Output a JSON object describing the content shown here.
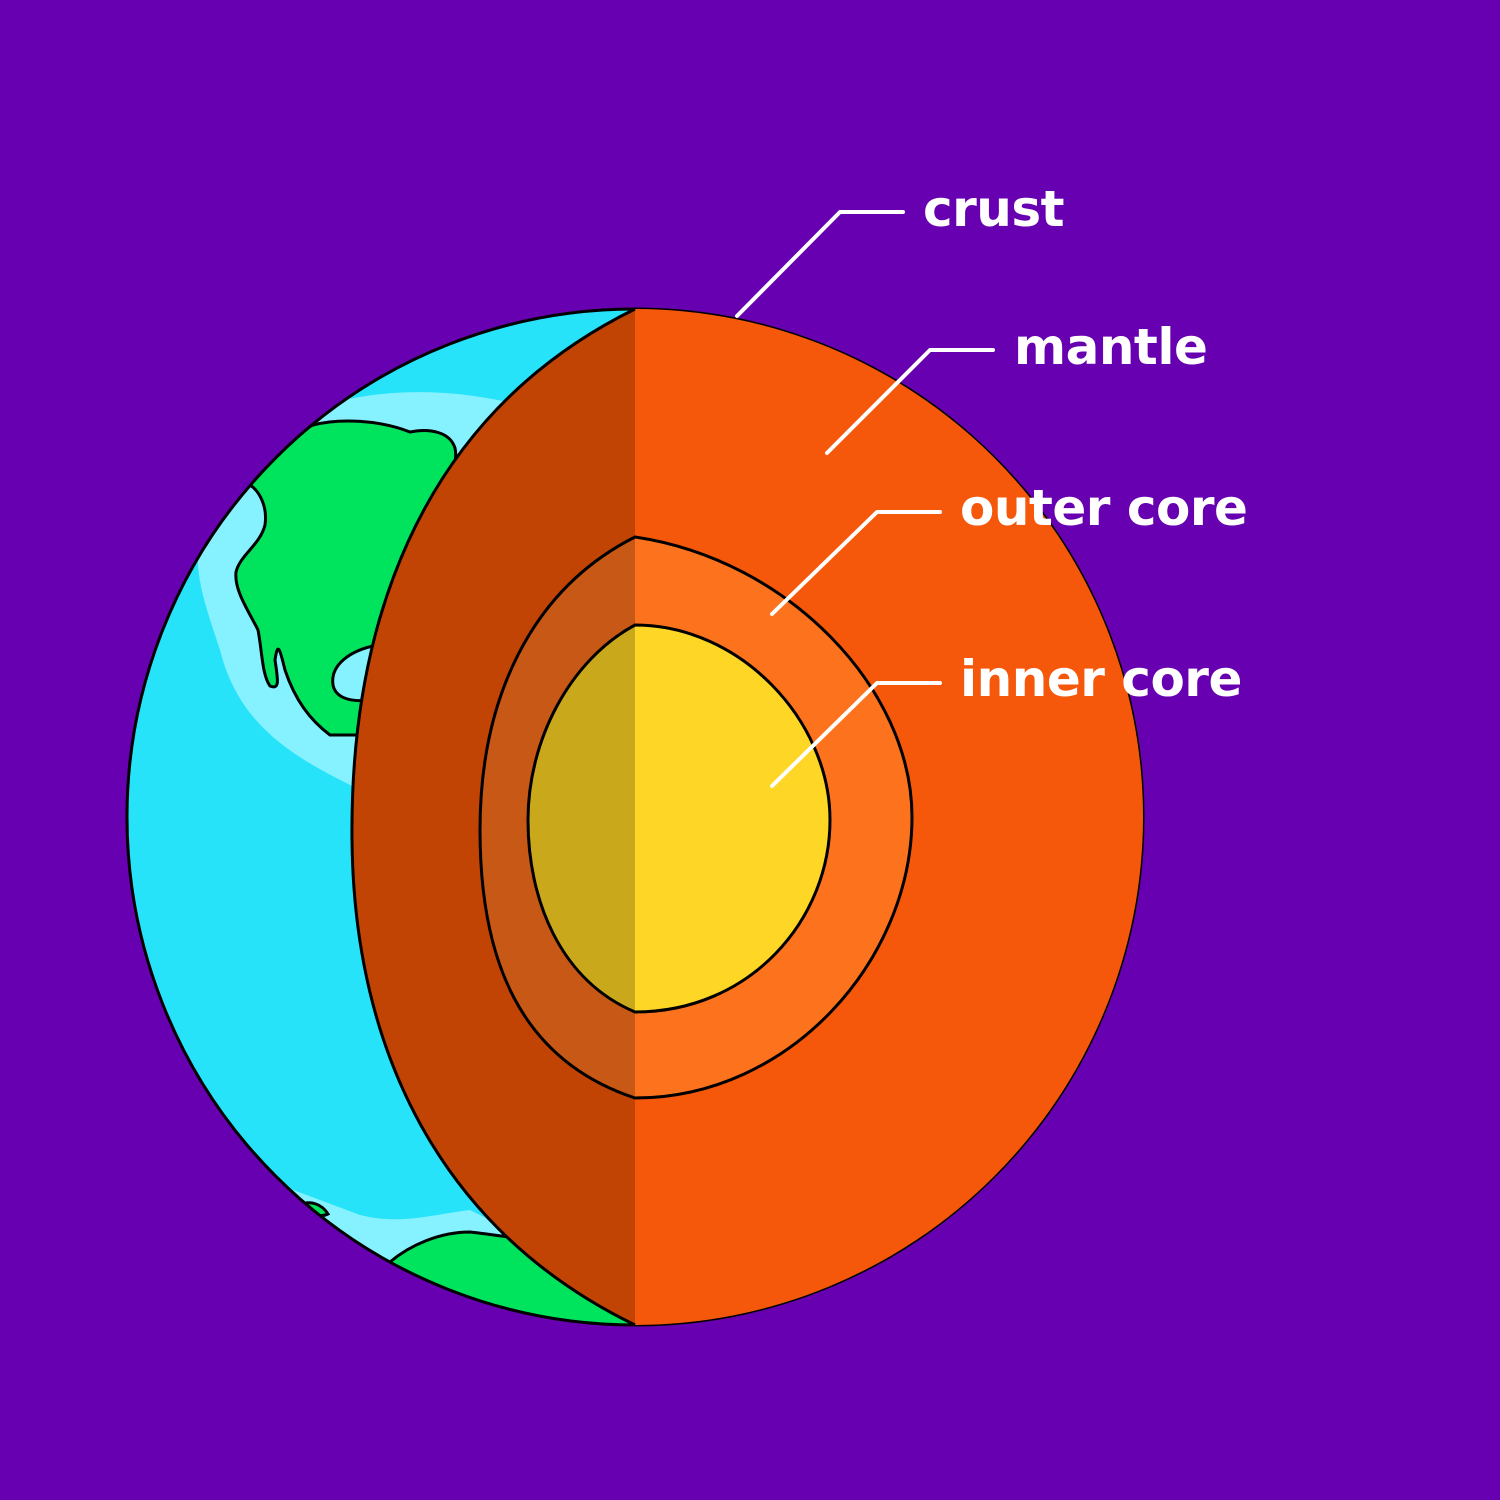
{
  "diagram": {
    "labels": {
      "crust": "crust",
      "mantle": "mantle",
      "outer_core": "outer core",
      "inner_core": "inner core"
    }
  },
  "colors": {
    "background": "#6600b0",
    "ocean": "#27e3fa",
    "shallow_water": "#87f2ff",
    "land": "#00e35d",
    "mantle_light": "#f5570b",
    "mantle_shaded": "#c24404",
    "outer_core_light": "#fd721d",
    "outer_core_shaded": "#c85816",
    "inner_core_light": "#fed625",
    "inner_core_shaded": "#c9a91b",
    "outline": "#000000",
    "leader_line": "#ffffff"
  }
}
